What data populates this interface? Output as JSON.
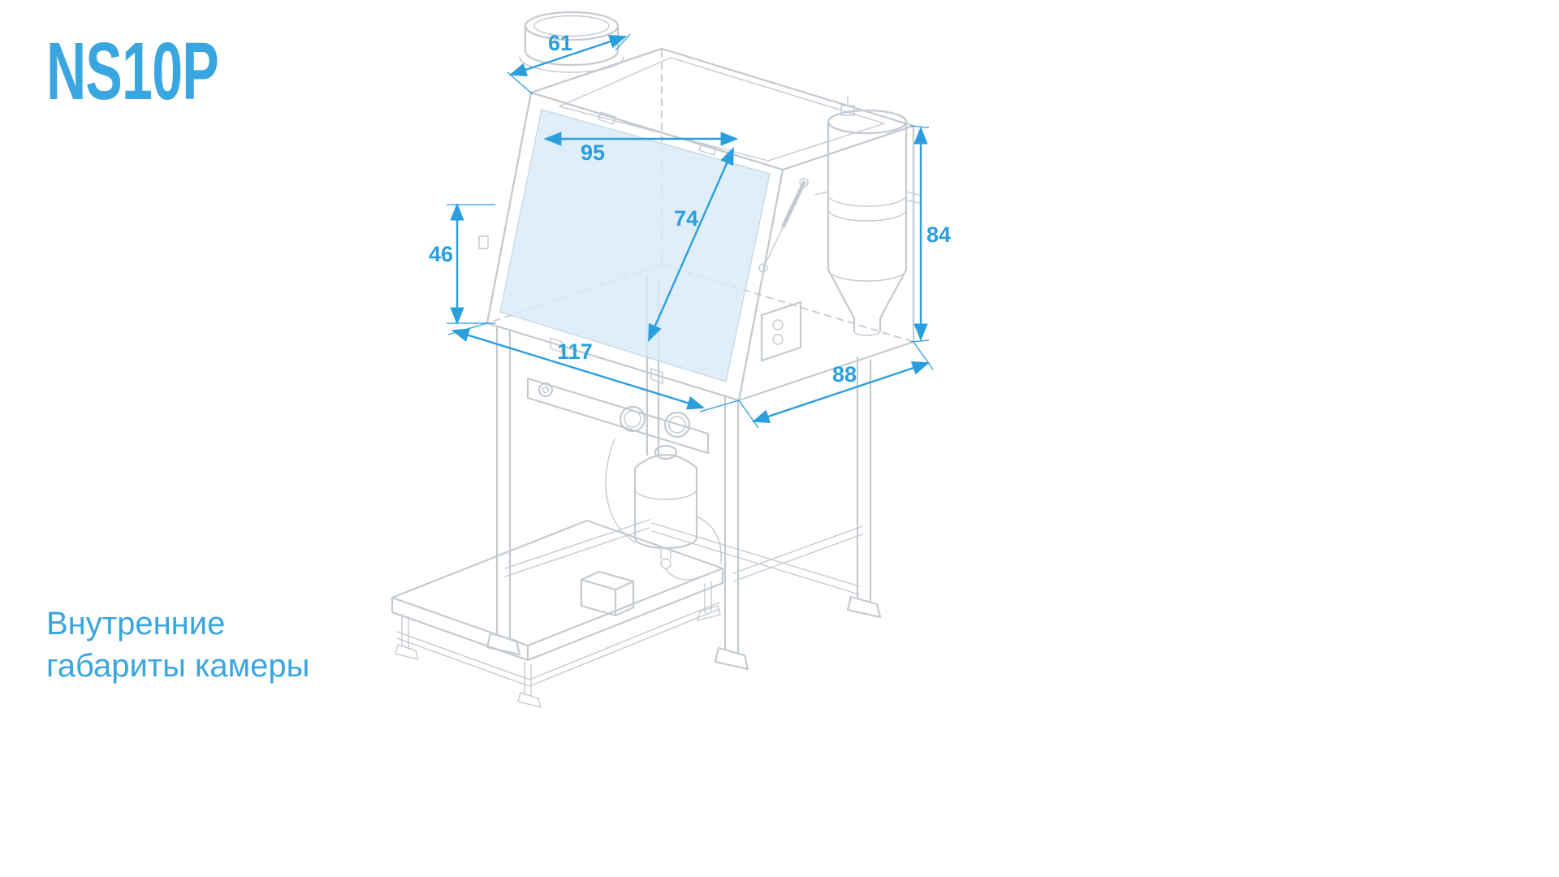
{
  "title": "NS10P",
  "caption": {
    "line1": "Внутренние",
    "line2": "габариты камеры"
  },
  "dimensions": {
    "top_opening": "61",
    "inner_width": "95",
    "inner_diagonal": "74",
    "front_height": "46",
    "chamber_height": "84",
    "chamber_width": "117",
    "chamber_depth": "88"
  },
  "colors": {
    "accent": "#2b9fde",
    "line": "#c4cad1",
    "glass": "#d8ebf8",
    "title": "#3aa6df"
  }
}
